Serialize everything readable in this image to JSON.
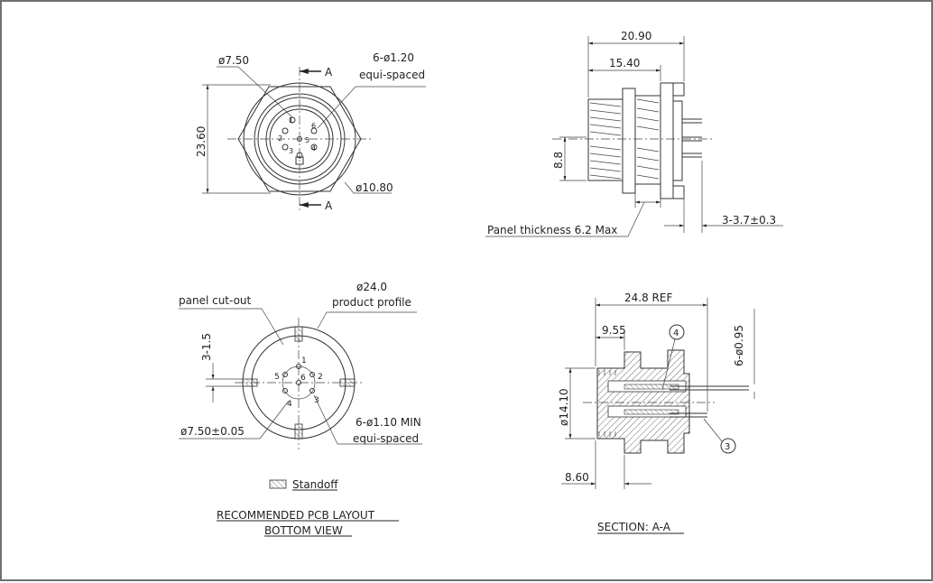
{
  "front_view": {
    "dia_outer": "ø7.50",
    "holes": "6-ø1.20",
    "holes_note": "equi-spaced",
    "section_mark": "A",
    "height": "23.60",
    "dia_pitch": "ø10.80",
    "pins": [
      "1",
      "6",
      "2",
      "5",
      "3",
      "4"
    ]
  },
  "side_view": {
    "overall": "20.90",
    "body": "15.40",
    "height": "8.8",
    "panel_note": "Panel thickness 6.2 Max",
    "pin_length": "3-3.7±0.3"
  },
  "pcb_layout": {
    "cutout": "panel cut-out",
    "profile_dia": "ø24.0",
    "profile_note": "product profile",
    "standoff_width": "3-1.5",
    "pitch": "ø7.50±0.05",
    "holes": "6-ø1.10 MIN",
    "holes_note": "equi-spaced",
    "pins": [
      "1",
      "2",
      "5",
      "6",
      "4",
      "3"
    ],
    "legend": "Standoff",
    "title_line1": "RECOMMENDED PCB LAYOUT",
    "title_line2": "BOTTOM VIEW"
  },
  "section": {
    "overall": "24.8 REF",
    "dim_a": "9.55",
    "pin_dia": "6-ø0.95",
    "height": "ø14.10",
    "dim_b": "8.60",
    "callout_4": "4",
    "callout_3": "3",
    "title": "SECTION: A-A"
  },
  "colors": {
    "line": "#333333",
    "frame": "#707070",
    "background": "#ffffff"
  }
}
